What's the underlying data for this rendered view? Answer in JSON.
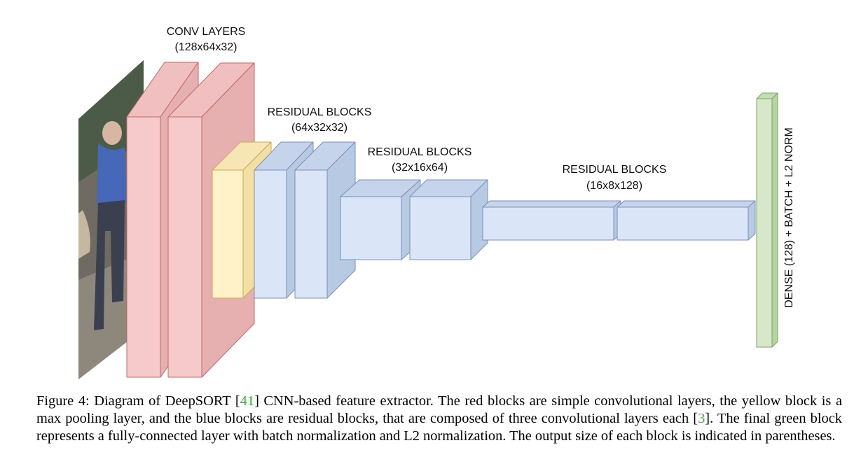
{
  "colors": {
    "conv": {
      "front": "#f6caca",
      "side": "#e6b0b0",
      "top": "#f0bfbf",
      "stroke": "#c86464"
    },
    "pool": {
      "front": "#fff1c8",
      "side": "#f2dfa4",
      "top": "#f6e6b4",
      "stroke": "#caa856"
    },
    "residual": {
      "front": "#dae6f8",
      "side": "#b8c9e2",
      "top": "#c5d4ea",
      "stroke": "#7890bb"
    },
    "dense": {
      "front": "#d6e8c8",
      "side": "#b6d3a2",
      "top": "#c4dcb4",
      "stroke": "#7aa65e"
    }
  },
  "labels": {
    "conv_title": "CONV LAYERS",
    "conv_size": "(128x64x32)",
    "res1_title": "RESIDUAL BLOCKS",
    "res1_size": "(64x32x32)",
    "res2_title": "RESIDUAL BLOCKS",
    "res2_size": "(32x16x64)",
    "res3_title": "RESIDUAL BLOCKS",
    "res3_size": "(16x8x128)",
    "dense": "DENSE (128) + BATCH + L2 NORM"
  },
  "caption": {
    "prefix": "Figure 4: Diagram of DeepSORT [",
    "cite1": "41",
    "mid": "] CNN-based feature extractor. The red blocks are simple convolutional layers, the yellow block is a max pooling layer, and the blue blocks are residual blocks, that are composed of three convolutional layers each [",
    "cite2": "3",
    "suffix": "]. The final green block represents a fully-connected layer with batch normalization and L2 normalization. The output size of each block is indicated in parentheses."
  }
}
